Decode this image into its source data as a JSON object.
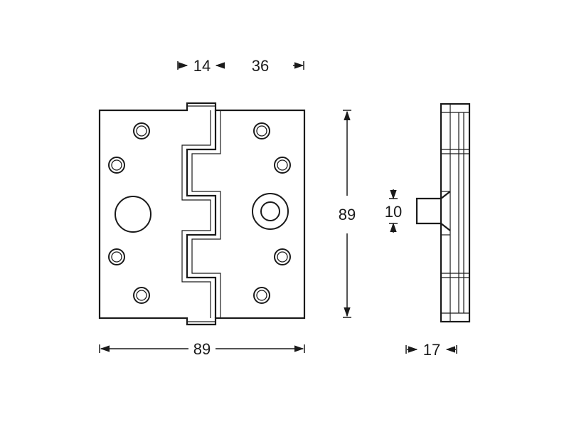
{
  "dimensions": {
    "segment_width": "14",
    "knuckle_spacing": "36",
    "leaf_height": "89",
    "open_width": "89",
    "pin_height": "10",
    "thickness": "17"
  },
  "colors": {
    "line": "#1a1a1a",
    "background": "#ffffff"
  }
}
